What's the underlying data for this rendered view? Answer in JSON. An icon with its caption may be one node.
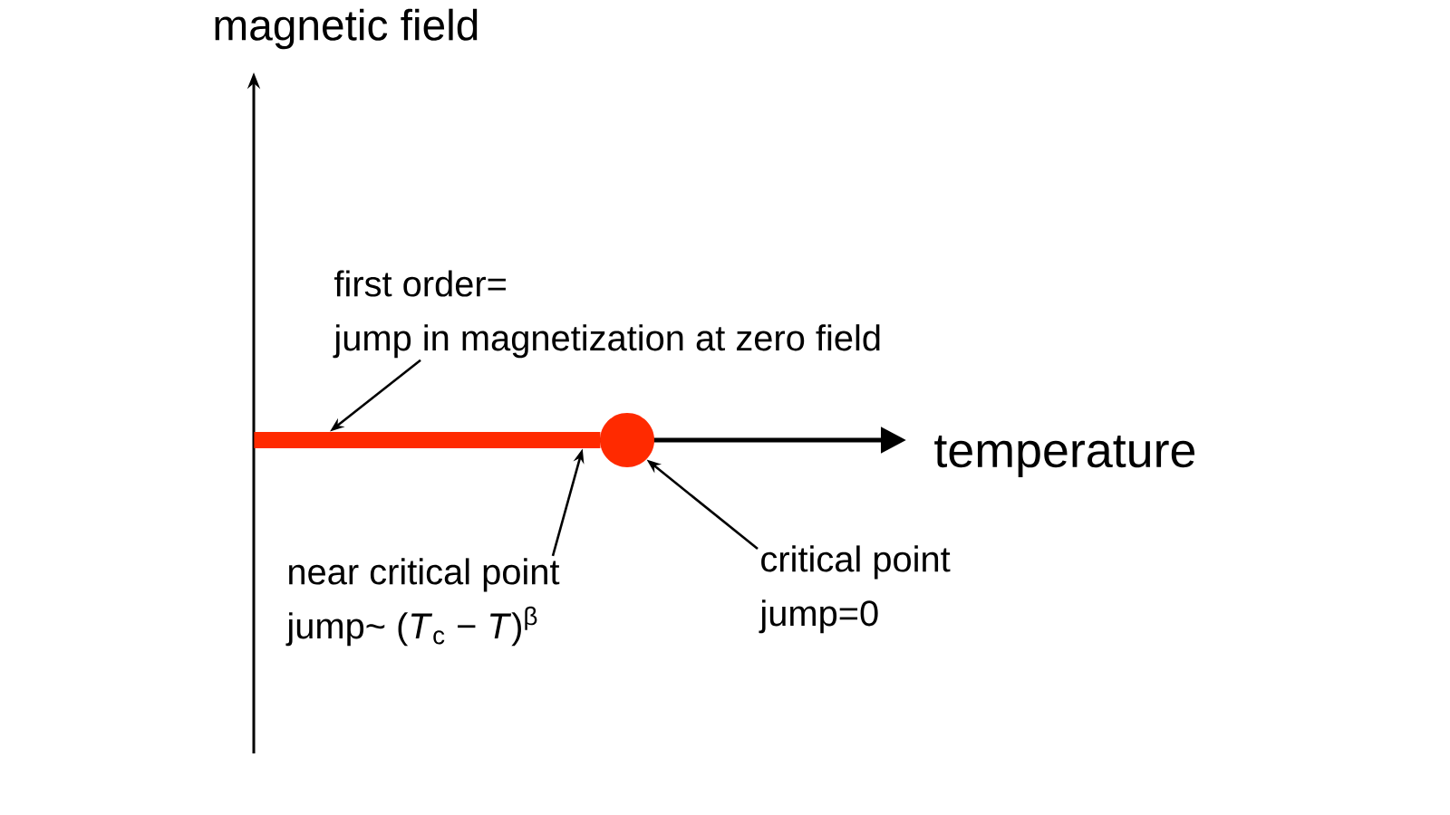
{
  "diagram": {
    "nodes": [
      {
        "text": [
          "first order=",
          "jump in magnetization at zero field"
        ]
      },
      {
        "text": [],
        "shape": "bar"
      },
      {
        "text": [],
        "shape": "circle"
      },
      {
        "text": [
          "near critical point",
          "jump~ (*T*$_{c}$ − *T*)$^{β}$"
        ]
      },
      {
        "text": [
          "critical point",
          "jump=0"
        ]
      }
    ],
    "edges": [
      {
        "from": 0,
        "to": 1,
        "arrow": "to"
      },
      {
        "from": 3,
        "to": 1,
        "arrow": "to"
      },
      {
        "from": 4,
        "to": 2,
        "arrow": "to"
      }
    ],
    "labels": [
      "magnetic field",
      "temperature"
    ]
  }
}
